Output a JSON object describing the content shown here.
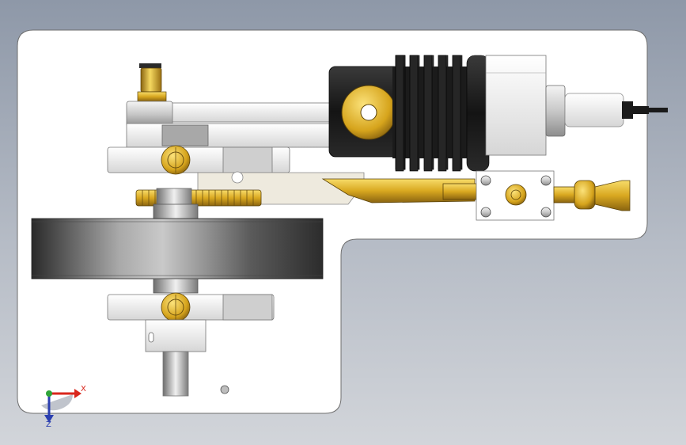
{
  "viewport": {
    "background_top": "#8e98a8",
    "background_bottom": "#d2d5da",
    "base_plate_color": "#ffffff"
  },
  "model": {
    "parts": [
      "base-plate",
      "flywheel",
      "gear",
      "crankshaft",
      "cylinder",
      "cooling-fins",
      "spark-plug",
      "fuel-tube",
      "carburetor",
      "nozzle",
      "bearing-block"
    ],
    "colors": {
      "brass": "#d9a820",
      "steel": "#c8c8c8",
      "black": "#1a1a1a",
      "white": "#f2f2f2"
    }
  },
  "triad": {
    "x_label": "X",
    "z_label": "Z",
    "x_color": "#d9261c",
    "y_color": "#2fa43a",
    "z_color": "#2b3fb0"
  }
}
